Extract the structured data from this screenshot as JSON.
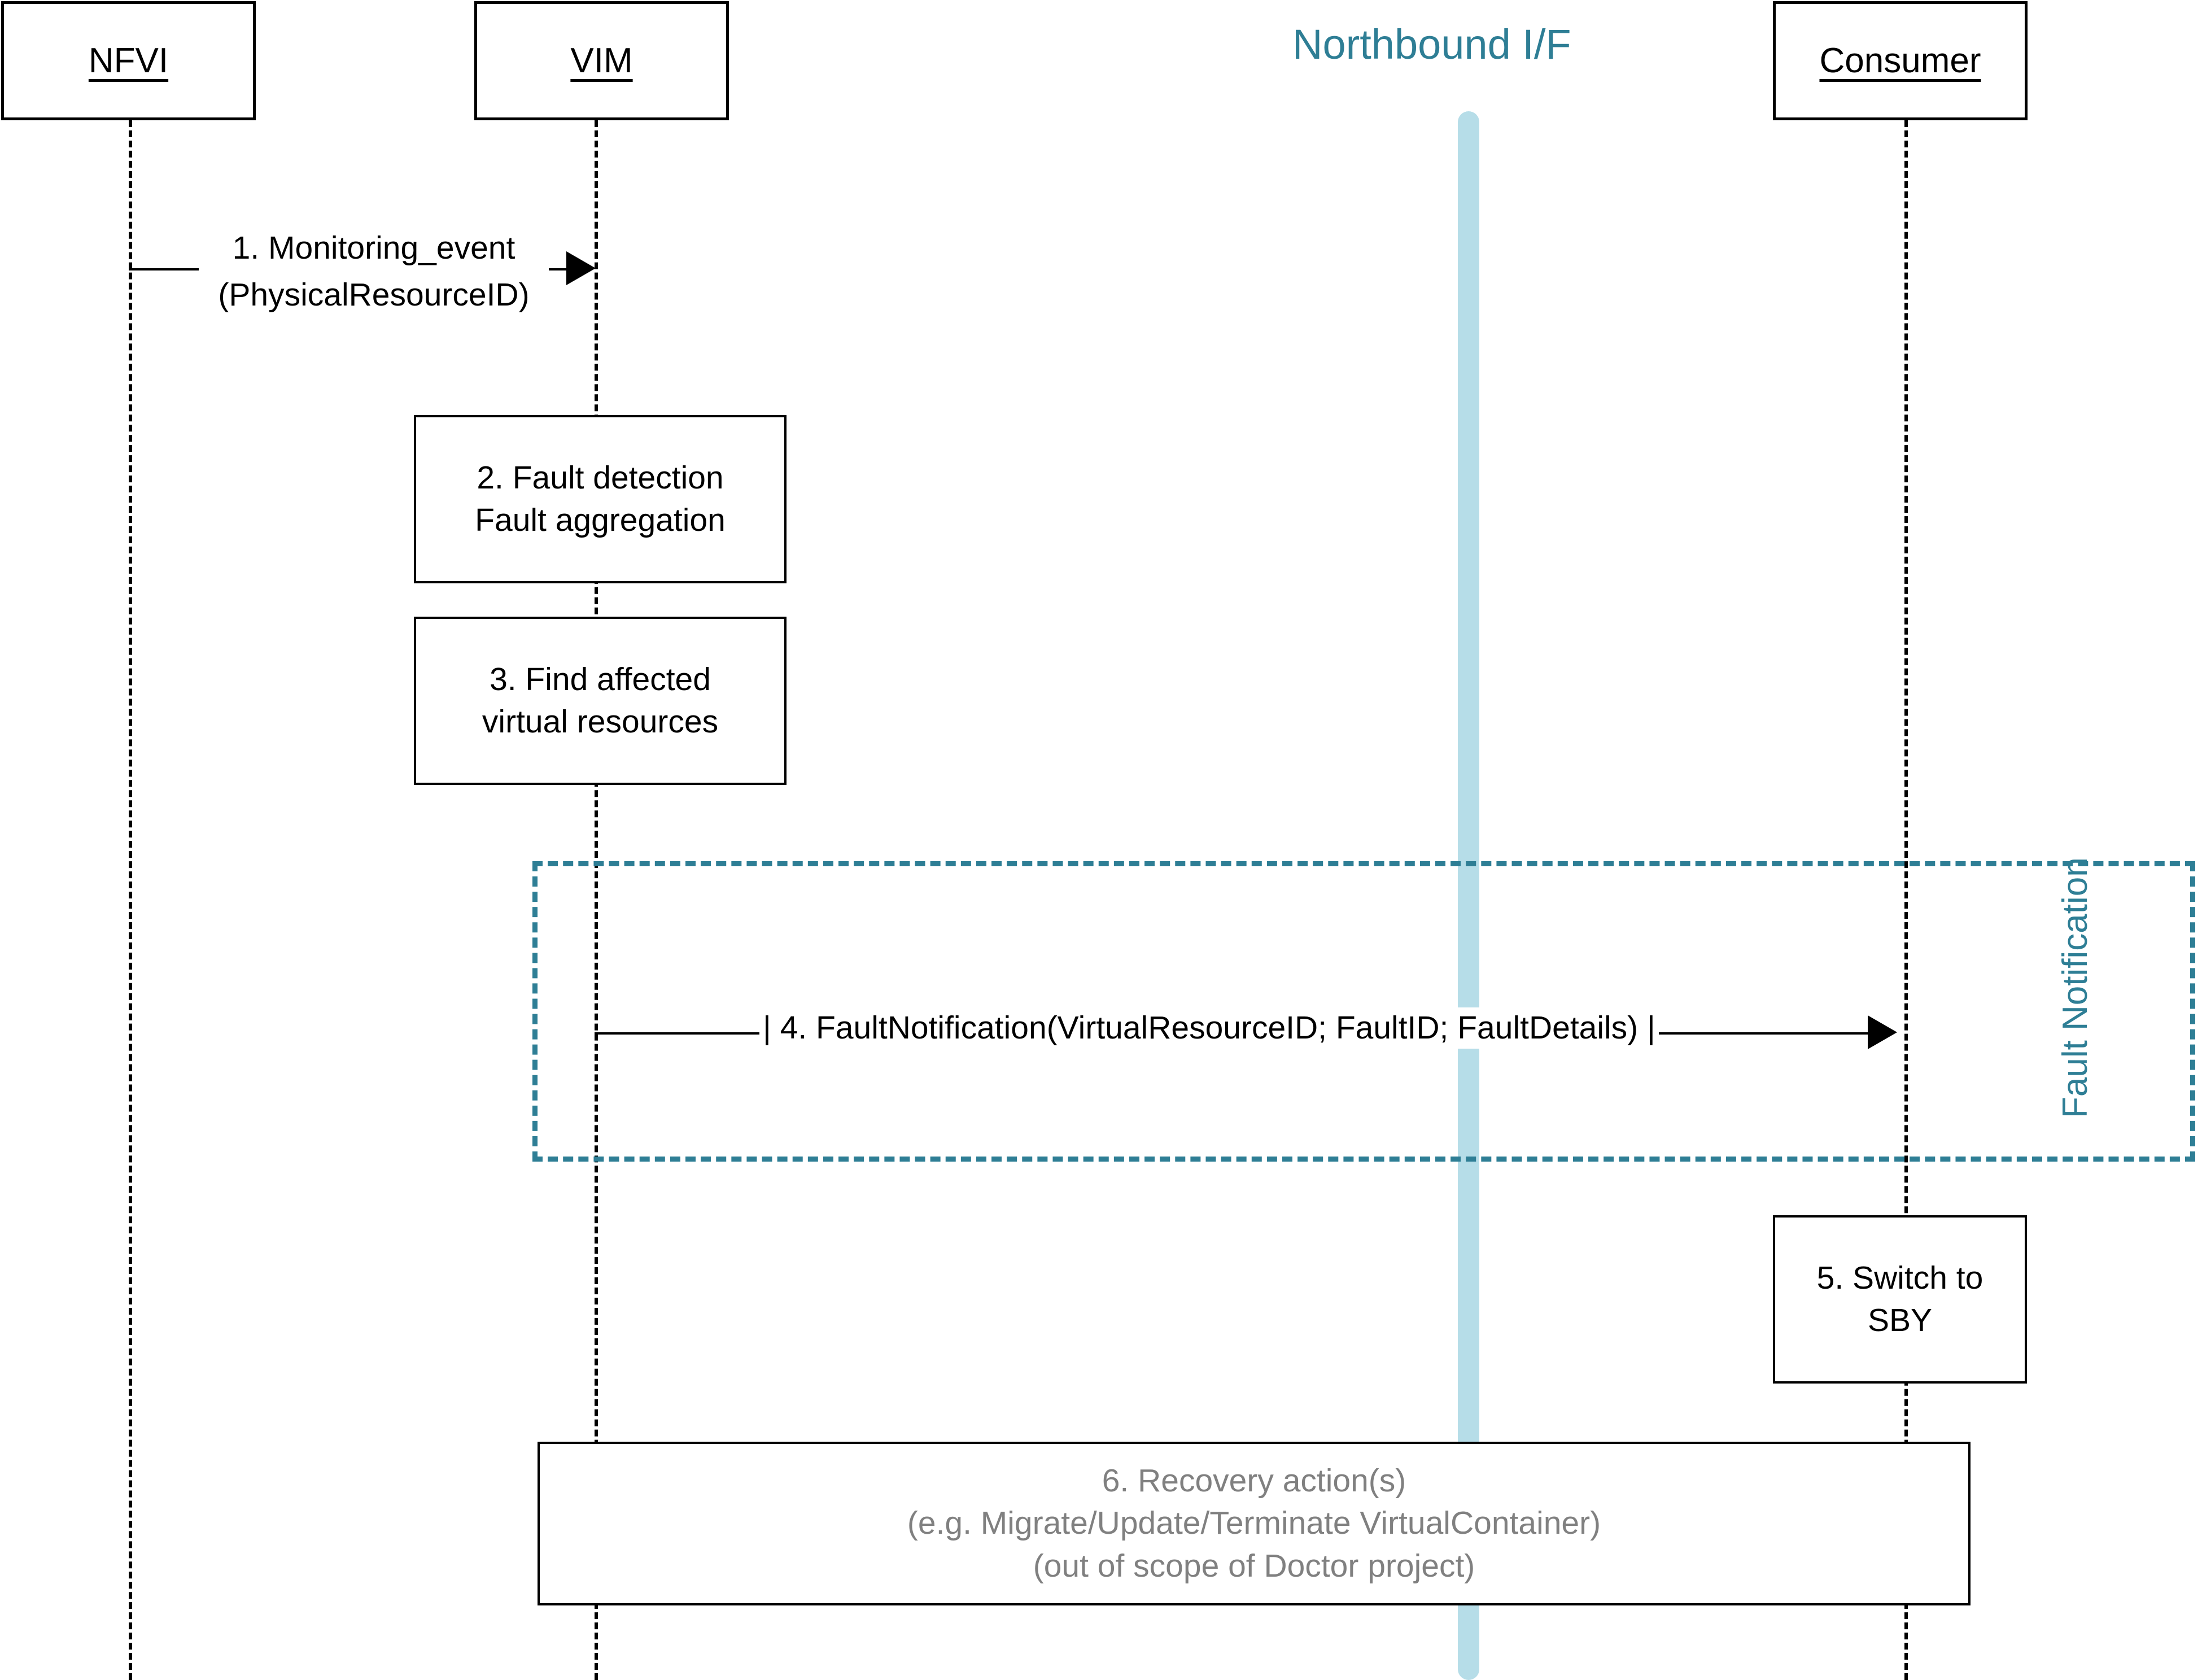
{
  "diagram": {
    "title": "Fault management / Fault Notification sequence",
    "colors": {
      "accent_teal": "#2E7E95",
      "northbound_bar": "#B6DDE8",
      "stroke_black": "#000000",
      "muted_gray": "#808080"
    },
    "participants": [
      {
        "id": "nfvi",
        "label": "NFVI"
      },
      {
        "id": "vim",
        "label": "VIM"
      },
      {
        "id": "consumer",
        "label": "Consumer"
      }
    ],
    "interface": {
      "label": "Northbound I/F"
    },
    "messages": [
      {
        "id": "msg-1",
        "number": "1.",
        "line1": "1. Monitoring_event",
        "line2": "(PhysicalResourceID)",
        "from": "NFVI",
        "to": "VIM"
      },
      {
        "id": "msg-4",
        "number": "4.",
        "text": "| 4. FaultNotification(VirtualResourceID; FaultID; FaultDetails) |",
        "from": "VIM",
        "to": "Consumer"
      }
    ],
    "process_boxes": [
      {
        "id": "step-2",
        "lane": "VIM",
        "lines": [
          "2. Fault detection",
          "Fault aggregation"
        ]
      },
      {
        "id": "step-3",
        "lane": "VIM",
        "lines": [
          "3. Find affected",
          "virtual resources"
        ]
      },
      {
        "id": "step-5",
        "lane": "Consumer",
        "lines": [
          "5. Switch to",
          "SBY"
        ]
      },
      {
        "id": "step-6",
        "lane": "VIM-Consumer",
        "muted": true,
        "lines": [
          "6. Recovery action(s)",
          "(e.g. Migrate/Update/Terminate VirtualContainer)",
          "(out of scope of Doctor project)"
        ]
      }
    ],
    "fragment": {
      "id": "fault-notification-fragment",
      "label_line1": "Fault",
      "label_line2": "Notification",
      "style": "dashed"
    }
  }
}
